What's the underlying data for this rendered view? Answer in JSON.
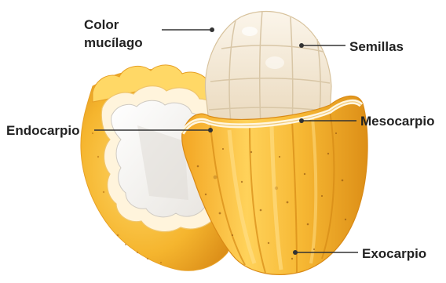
{
  "diagram": {
    "labels": {
      "mucilage_line1": "Color",
      "mucilage_line2": "mucílago",
      "seeds": "Semillas",
      "endocarp": "Endocarpio",
      "mesocarp": "Mesocarpio",
      "exocarp": "Exocarpio"
    },
    "colors": {
      "pod_yellow": "#f5b52e",
      "pod_orange": "#e8961a",
      "pod_highlight": "#ffd45e",
      "pulp_cream": "#fff5de",
      "seed_white": "#f7eedf",
      "leader_line": "#333333",
      "label_text": "#222222"
    }
  }
}
